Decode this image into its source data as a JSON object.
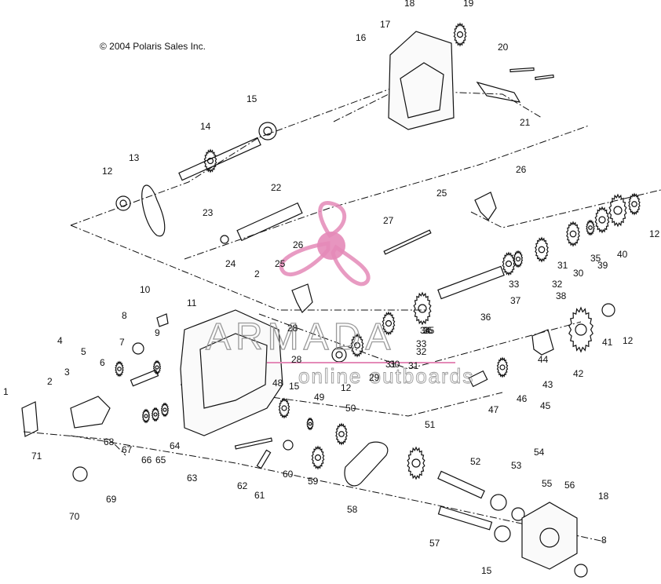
{
  "diagram": {
    "copyright": "© 2004 Polaris Sales Inc.",
    "watermark": {
      "brand": "ARMADA",
      "tagline": "online outboards",
      "color": "#e48ab8"
    },
    "callouts": [
      "1",
      "2",
      "3",
      "4",
      "5",
      "6",
      "7",
      "8",
      "9",
      "10",
      "11",
      "12",
      "13",
      "14",
      "15",
      "16",
      "17",
      "18",
      "19",
      "20",
      "21",
      "22",
      "23",
      "24",
      "25",
      "26",
      "27",
      "28",
      "29",
      "30",
      "31",
      "32",
      "33",
      "34",
      "35",
      "36",
      "37",
      "38",
      "39",
      "40",
      "41",
      "42",
      "43",
      "44",
      "45",
      "46",
      "47",
      "48",
      "49",
      "50",
      "51",
      "52",
      "53",
      "54",
      "55",
      "56",
      "57",
      "58",
      "59",
      "60",
      "61",
      "62",
      "63",
      "64",
      "65",
      "66",
      "67",
      "68",
      "69",
      "70",
      "71"
    ]
  }
}
